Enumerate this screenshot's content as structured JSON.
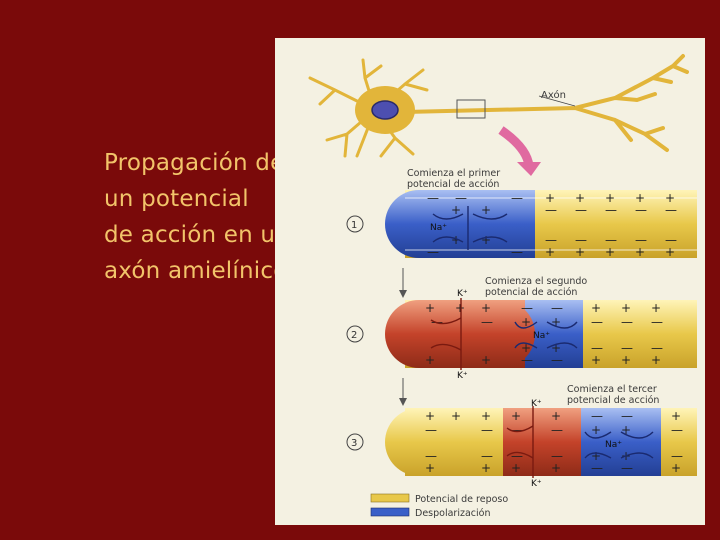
{
  "slide": {
    "title_lines": [
      "Propagación de",
      "un potencial",
      "de acción en un",
      "axón amielínico"
    ]
  },
  "figure": {
    "neuron_label": "Axón",
    "stages": [
      {
        "number": "1",
        "caption_lines": [
          "Comienza el primer",
          "potencial de acción"
        ],
        "na_label": "Na⁺"
      },
      {
        "number": "2",
        "caption_lines": [
          "Comienza el segundo",
          "potencial de acción"
        ],
        "na_label": "Na⁺",
        "k_label": "K⁺"
      },
      {
        "number": "3",
        "caption_lines": [
          "Comienza el tercer",
          "potencial de acción"
        ],
        "na_label": "Na⁺",
        "k_label": "K⁺"
      }
    ],
    "legend": [
      {
        "label": "Potencial de reposo",
        "color": "#e8c84a"
      },
      {
        "label": "Despolarización",
        "color": "#3a5fc8"
      }
    ],
    "colors": {
      "resting": "#e8c84a",
      "depolarized": "#3a5fc8",
      "repolarizing": "#c4432a",
      "neuron": "#e2b53a",
      "arrow": "#e06aa0"
    }
  }
}
